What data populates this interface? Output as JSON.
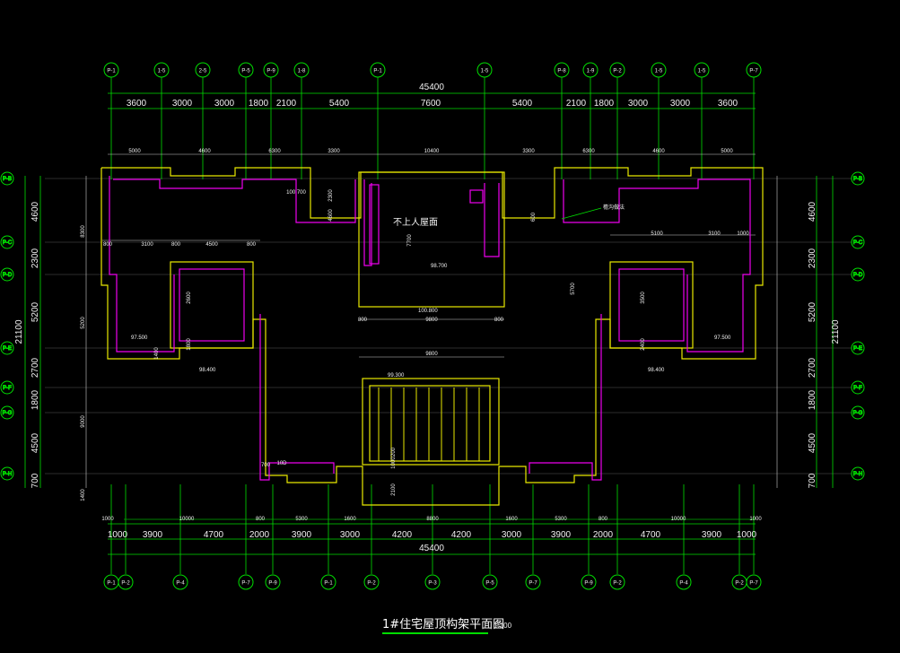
{
  "drawing": {
    "title": "1#住宅屋顶构架平面图",
    "scale": "1:100",
    "overall_dimension": "45400",
    "height_total": "21100",
    "top_axes": [
      "P-1",
      "1-5",
      "2-5",
      "P-5",
      "P-9",
      "1-8",
      "P-1",
      "1-5",
      "P-8",
      "1-9",
      "P-2",
      "1-5",
      "1-5",
      "P-7"
    ],
    "bottom_axes": [
      "P-1",
      "P-2",
      "P-4",
      "P-7",
      "P-9",
      "P-1",
      "P-2",
      "P-3",
      "P-5",
      "P-7",
      "P-9",
      "P-2",
      "P-4",
      "P-2",
      "P-7"
    ],
    "left_axes": [
      "P-B",
      "P-C",
      "P-D",
      "P-E",
      "P-F",
      "P-G",
      "P-H"
    ],
    "right_axes": [
      "P-B",
      "P-C",
      "P-D",
      "P-E",
      "P-F",
      "P-G",
      "P-H"
    ],
    "top_dims": [
      "3600",
      "3000",
      "3000",
      "1800",
      "2100",
      "5400",
      "7600",
      "5400",
      "2100",
      "1800",
      "3000",
      "3000",
      "3600"
    ],
    "bottom_dims": [
      "1000",
      "3900",
      "4700",
      "2000",
      "3900",
      "3000",
      "4200",
      "4200",
      "3000",
      "3900",
      "2000",
      "4700",
      "3900",
      "1000"
    ],
    "sub_bottom_dims": [
      "1000",
      "10000",
      "800",
      "5300",
      "1600",
      "8800",
      "1600",
      "5300",
      "800",
      "10000",
      "1000"
    ],
    "left_dims": [
      "4600",
      "2300",
      "5200",
      "2700",
      "1800",
      "4500",
      "700"
    ],
    "right_dims": [
      "4600",
      "2300",
      "5200",
      "2700",
      "1800",
      "4500",
      "700"
    ],
    "notes": {
      "no_access_roof": "不上人屋面",
      "gutter": "檐沟做法"
    },
    "elevations": [
      "98.700",
      "100.800",
      "97.500",
      "98.400",
      "99.300",
      "98.400",
      "97.500"
    ],
    "inner_dims": [
      "5000",
      "4600",
      "6300",
      "3300",
      "10400",
      "3300",
      "6300",
      "4600",
      "5000",
      "5100",
      "3100",
      "1000",
      "800",
      "3100",
      "800",
      "4500",
      "800",
      "7700",
      "800",
      "9800",
      "800",
      "9800",
      "8300",
      "5200",
      "9000",
      "1400",
      "5700",
      "3500",
      "2400",
      "1400",
      "1800",
      "2600",
      "100 700",
      "700",
      "10D",
      "2100",
      "1000",
      "200",
      "2300",
      "4600",
      "600"
    ]
  }
}
